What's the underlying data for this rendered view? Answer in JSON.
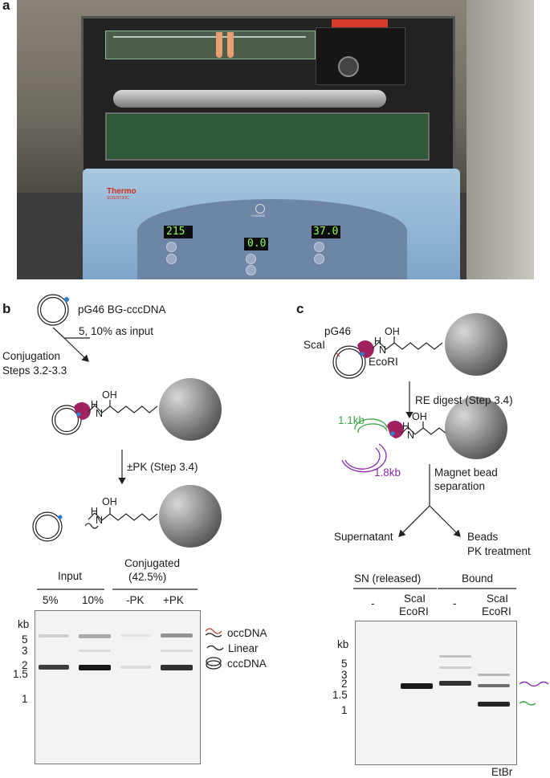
{
  "panel_a": {
    "letter": "a",
    "photo": {
      "brand_line1": "Thermo",
      "brand_line2": "SCIENTIFIC",
      "display_time": "215",
      "display_mid": "0.0",
      "display_temp": "37.0",
      "power_label": "CHANGE",
      "colors": {
        "chassis": "#93b8d6",
        "panel": "#6e86a6",
        "lcd": "#0c0c0c",
        "lcd_text": "#8bff5a",
        "board": "#2e5a3a"
      }
    }
  },
  "panel_b": {
    "letter": "b",
    "plasmid_label": "pG46 BG-cccDNA",
    "input_note": "5, 10% as input",
    "conjugation_line1": "Conjugation",
    "conjugation_line2": "Steps 3.2-3.3",
    "pk_step": "±PK (Step 3.4)",
    "linker_nh": "N",
    "linker_h": "H",
    "linker_oh": "OH",
    "gel": {
      "group_input": "Input",
      "group_conj_line1": "Conjugated",
      "group_conj_line2": "(42.5%)",
      "lanes": [
        "5%",
        "10%",
        "-PK",
        "+PK"
      ],
      "kb_label": "kb",
      "ladder": [
        "5",
        "3",
        "2",
        "1.5",
        "1"
      ],
      "legend": [
        "occDNA",
        "Linear",
        "cccDNA"
      ]
    }
  },
  "panel_c": {
    "letter": "c",
    "plasmid_label": "pG46",
    "scai": "ScaI",
    "ecori": "EcoRI",
    "re_step": "RE digest (Step 3.4)",
    "frag_green": "1.1kb",
    "frag_purple": "1.8kb",
    "sep_line1": "Magnet bead",
    "sep_line2": "separation",
    "branch_left": "Supernatant",
    "branch_right_line1": "Beads",
    "branch_right_line2": "PK treatment",
    "linker_nh": "N",
    "linker_h": "H",
    "linker_oh": "OH",
    "gel": {
      "group_sn": "SN (released)",
      "group_bound": "Bound",
      "lanes": [
        "-",
        "ScaI",
        "-",
        "ScaI"
      ],
      "lanes_line2": [
        "",
        "EcoRI",
        "",
        "EcoRI"
      ],
      "kb_label": "kb",
      "ladder": [
        "5",
        "3",
        "2",
        "1.5",
        "1"
      ],
      "stain": "EtBr"
    },
    "colors": {
      "green": "#3aa64a",
      "purple": "#8a2aa8",
      "protein": "#a0215f",
      "bead_dark": "#5b5b5b",
      "bead_light": "#d8d8d8"
    }
  }
}
